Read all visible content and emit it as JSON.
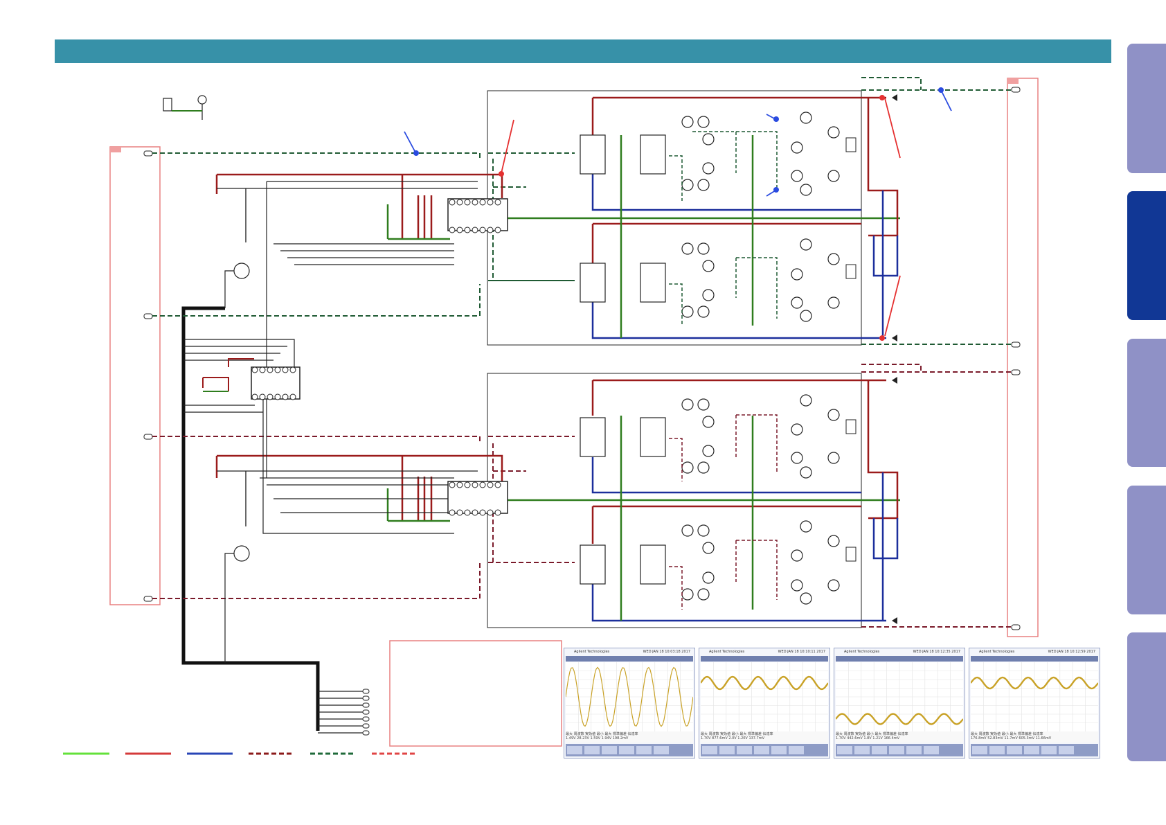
{
  "header": {
    "bar_color": "#3791a8"
  },
  "side_tabs": [
    {
      "color": "#8f91c6",
      "active": false
    },
    {
      "color": "#113795",
      "active": true
    },
    {
      "color": "#8f91c6",
      "active": false
    },
    {
      "color": "#8f91c6",
      "active": false
    },
    {
      "color": "#8f91c6",
      "active": false
    }
  ],
  "legend": [
    {
      "color": "#63e13a",
      "style": "solid"
    },
    {
      "color": "#d43a3a",
      "style": "solid"
    },
    {
      "color": "#2845b6",
      "style": "solid"
    },
    {
      "color": "#8b1a1a",
      "style": "dashed"
    },
    {
      "color": "#1f6a3a",
      "style": "dashed"
    },
    {
      "color": "#e04444",
      "style": "dashed"
    }
  ],
  "wire_colors": {
    "positive_rail": "#9b1b1b",
    "negative_rail": "#1c2f9c",
    "ground": "#2f7d1e",
    "signal": "#222222",
    "probe_red": "#e53030",
    "probe_blue": "#2a4be0",
    "highlight_box": "#e88080"
  },
  "scopes": [
    {
      "title": "Agilent Technologies",
      "date": "WED JAN 18 10:03:18 2017",
      "meas": "最大  周波数  実効値  最小  最大  標準偏差  伝達率",
      "readout": "1.49V  28.23V  1.59V  1.94V  198.2mV",
      "trace": {
        "cycles": 5,
        "amplitude": 0.85
      }
    },
    {
      "title": "Agilent Technologies",
      "date": "WED JAN 18 10:10:11 2017",
      "meas": "最大  周波数  実効値  最小  最大  標準偏差  伝達率",
      "readout": "1.70V  877.6mV  2.0V  1.20V  137.7mV",
      "trace": {
        "cycles": 5,
        "amplitude": 0.18
      }
    },
    {
      "title": "Agilent Technologies",
      "date": "WED JAN 18 10:12:35 2017",
      "meas": "最大  周波数  実効値  最小  最大  標準偏差  伝達率",
      "readout": "1.70V  442.6mV  1.8V  1.21V  166.4mV",
      "trace": {
        "cycles": 5,
        "amplitude": 0.15
      }
    },
    {
      "title": "Agilent Technologies",
      "date": "WED JAN 18 10:12:59 2017",
      "meas": "最大  周波数  実効値  最小  最大  標準偏差  伝達率",
      "readout": "176.8mV  52.83mV  11.7mV  605.3mV  11.66mV",
      "trace": {
        "cycles": 5,
        "amplitude": 0.16
      }
    }
  ]
}
